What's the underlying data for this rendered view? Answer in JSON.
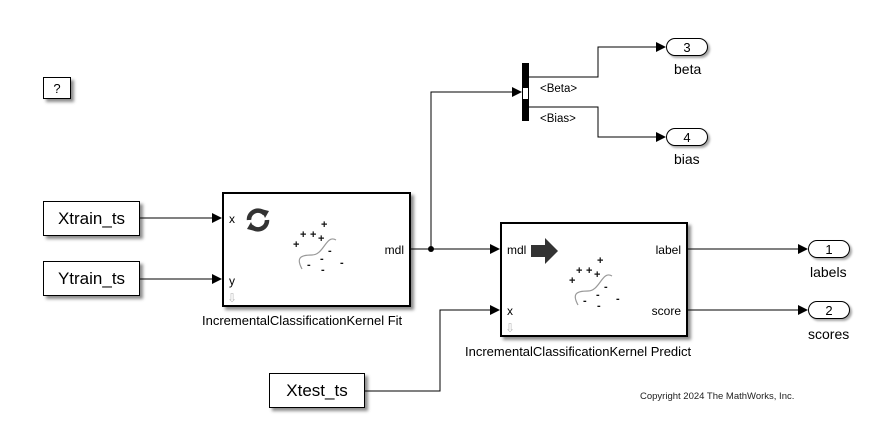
{
  "help_block": {
    "label": "?"
  },
  "sources": [
    {
      "name": "Xtrain_ts"
    },
    {
      "name": "Ytrain_ts"
    },
    {
      "name": "Xtest_ts"
    }
  ],
  "fit_block": {
    "name": "IncrementalClassificationKernel Fit",
    "inputs": [
      "x",
      "y"
    ],
    "output": "mdl",
    "icon": "refresh-icon"
  },
  "predict_block": {
    "name": "IncrementalClassificationKernel Predict",
    "inputs": [
      "mdl",
      "x"
    ],
    "outputs": [
      "label",
      "score"
    ],
    "icon": "arrow-right-icon"
  },
  "bus_selector": {
    "signals": [
      "<Beta>",
      "<Bias>"
    ]
  },
  "outports": [
    {
      "number": "1",
      "name": "labels"
    },
    {
      "number": "2",
      "name": "scores"
    },
    {
      "number": "3",
      "name": "beta"
    },
    {
      "number": "4",
      "name": "bias"
    }
  ],
  "classifier_glyph": {
    "plus_signs": [
      "+",
      "+",
      "+",
      "+",
      "+"
    ],
    "minus_signs": [
      "−",
      "−",
      "−",
      "−",
      "−"
    ]
  },
  "copyright": "Copyright 2024 The MathWorks, Inc."
}
